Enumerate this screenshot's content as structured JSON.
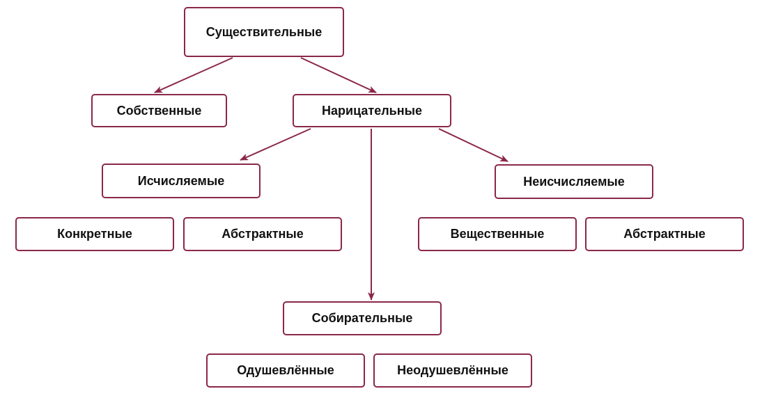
{
  "colors": {
    "border": "#8a2848",
    "arrow": "#8a2848",
    "text": "#111111",
    "background": "#ffffff"
  },
  "nodes": {
    "root": "Существительные",
    "proper": "Собственные",
    "common": "Нарицательные",
    "countable": "Исчисляемые",
    "uncountable": "Неисчисляемые",
    "concrete": "Конкретные",
    "abstract_countable": "Абстрактные",
    "material": "Вещественные",
    "abstract_uncountable": "Абстрактные",
    "collective": "Собирательные",
    "animate": "Одушевлённые",
    "inanimate": "Неодушевлённые"
  },
  "edges": [
    {
      "from": "root",
      "to": "proper"
    },
    {
      "from": "root",
      "to": "common"
    },
    {
      "from": "common",
      "to": "countable"
    },
    {
      "from": "common",
      "to": "uncountable"
    },
    {
      "from": "common",
      "to": "collective"
    }
  ]
}
